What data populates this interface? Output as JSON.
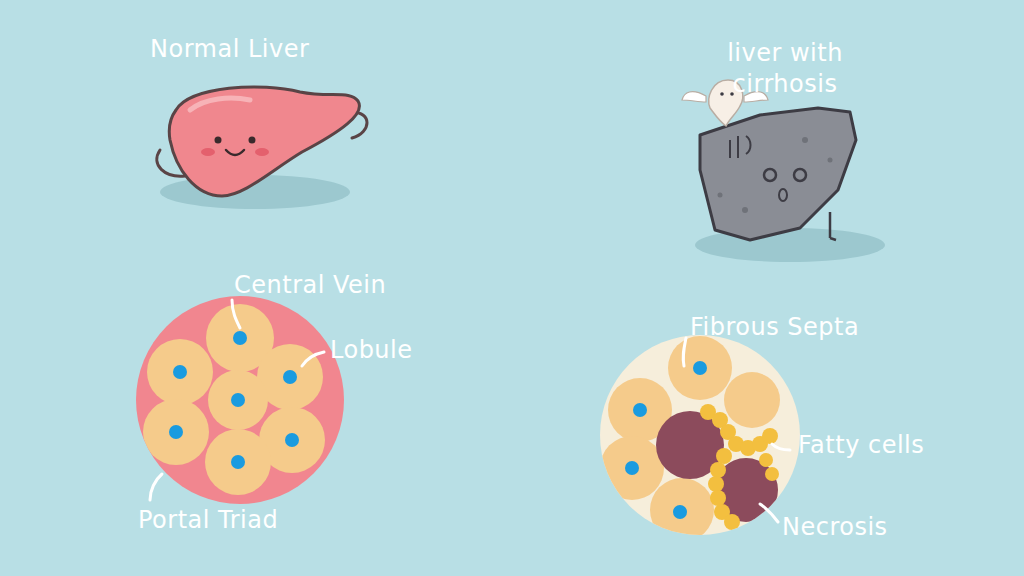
{
  "diagram": {
    "labels": [
      "Normal Liver",
      "liver with cirrhosis",
      "Central Vein",
      "Lobule",
      "Fibrous Septa",
      "Fatty cells",
      "Portal Triad",
      "Necrosis"
    ]
  }
}
